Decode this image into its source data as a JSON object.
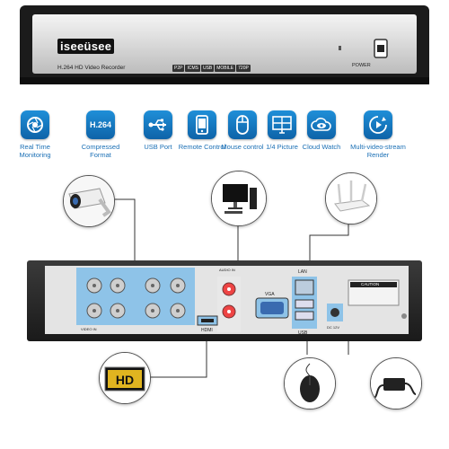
{
  "device": {
    "brand": "iseeüsee",
    "subtitle": "H.264 HD Video Recorder",
    "badges": [
      "P2P",
      "ICMS",
      "USB",
      "MOBILE",
      "720P"
    ],
    "power_label": "POWER"
  },
  "features": [
    {
      "label": "Real Time Monitoring",
      "icon": "camera-lens-icon"
    },
    {
      "label": "Compressed Format",
      "icon": "h264-icon",
      "icon_text": "H.264"
    },
    {
      "label": "USB Port",
      "icon": "usb-icon"
    },
    {
      "label": "Remote Control",
      "icon": "phone-icon"
    },
    {
      "label": "Mouse control",
      "icon": "mouse-icon"
    },
    {
      "label": "1/4 Picture",
      "icon": "quad-screen-icon"
    },
    {
      "label": "Cloud Watch",
      "icon": "cloud-eye-icon"
    },
    {
      "label": "Multi-video-stream Render",
      "icon": "play-stream-icon"
    }
  ],
  "rear_panel": {
    "lan": "LAN",
    "video_in": "VIDEO IN",
    "audio_in": "AUDIO IN",
    "hdmi": "HDMI",
    "vga": "VGA",
    "usb": "USB",
    "dc": "DC 12V",
    "caution": "CAUTION"
  },
  "peripherals": {
    "hd_text": "HD"
  },
  "colors": {
    "feature_blue": "#1477c4",
    "label_blue": "#1a6fb5",
    "port_blue": "#8ec3e8",
    "panel_dark": "#222222"
  }
}
